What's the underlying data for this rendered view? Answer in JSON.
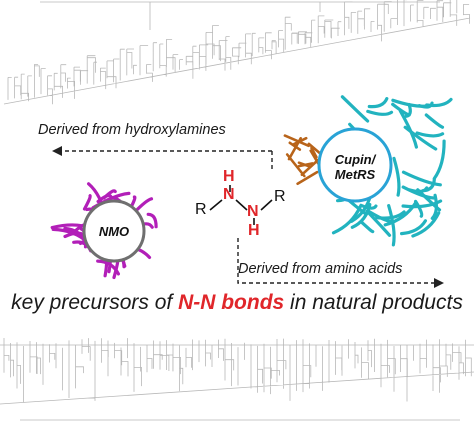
{
  "labels": {
    "hydroxylamines": "Derived from hydroxylamines",
    "amino_acids": "Derived from amino acids"
  },
  "headline": {
    "prefix": "key precursors of ",
    "highlight": "N-N bonds",
    "suffix": " in natural products"
  },
  "enzymes": {
    "nmo": "NMO",
    "cupin_line1": "Cupin/",
    "cupin_line2": "MetRS"
  },
  "molecule": {
    "r_left": "R",
    "r_right": "R",
    "n1": "N",
    "n2": "N",
    "h_top": "H",
    "h_bottom": "H"
  },
  "colors": {
    "highlight": "#e0262a",
    "nmo_protein": "#b21fb8",
    "nmo_ring": "#6f6f6f",
    "cupin_protein": "#22b3bf",
    "cupin_ring": "#29a3d6",
    "cupin_domain": "#b8641a",
    "tree_lines": "#b8b8b8"
  },
  "icons": {
    "nmo": "protein-structure-icon",
    "cupin": "protein-structure-icon",
    "tree": "phylogenetic-tree-icon"
  }
}
